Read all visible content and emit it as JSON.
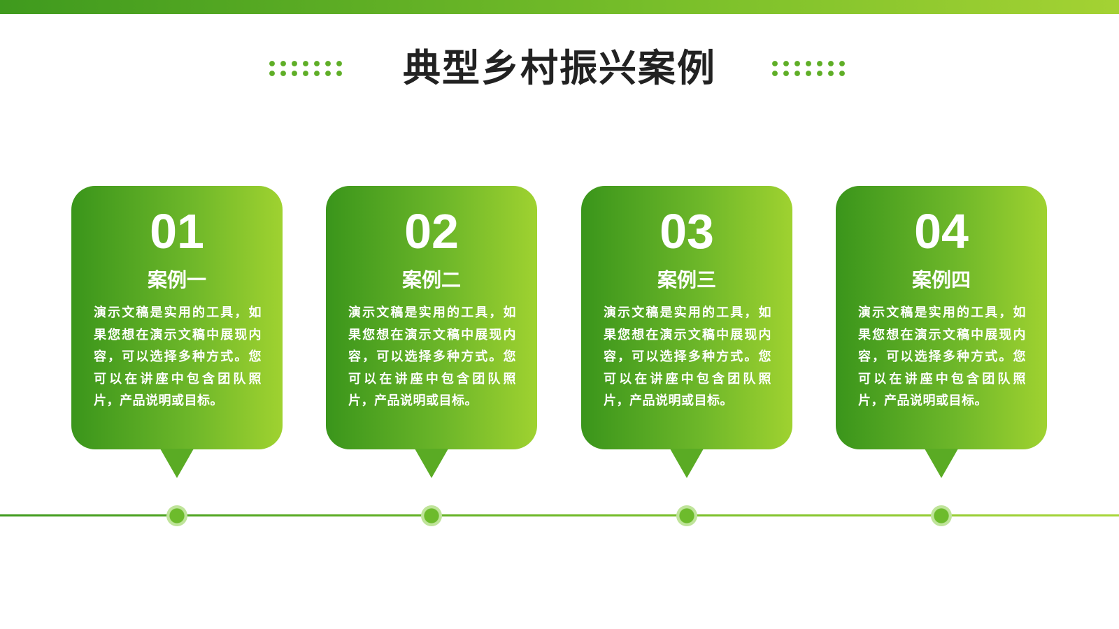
{
  "title": "典型乡村振兴案例",
  "colors": {
    "accent_dark": "#3a951b",
    "accent_light": "#9fd230",
    "title_text": "#222222"
  },
  "cases": [
    {
      "number": "01",
      "title": "案例一",
      "description": "演示文稿是实用的工具，如果您想在演示文稿中展现内容，可以选择多种方式。您可以在讲座中包含团队照片，产品说明或目标。"
    },
    {
      "number": "02",
      "title": "案例二",
      "description": "演示文稿是实用的工具，如果您想在演示文稿中展现内容，可以选择多种方式。您可以在讲座中包含团队照片，产品说明或目标。"
    },
    {
      "number": "03",
      "title": "案例三",
      "description": "演示文稿是实用的工具，如果您想在演示文稿中展现内容，可以选择多种方式。您可以在讲座中包含团队照片，产品说明或目标。"
    },
    {
      "number": "04",
      "title": "案例四",
      "description": "演示文稿是实用的工具，如果您想在演示文稿中展现内容，可以选择多种方式。您可以在讲座中包含团队照片，产品说明或目标。"
    }
  ]
}
